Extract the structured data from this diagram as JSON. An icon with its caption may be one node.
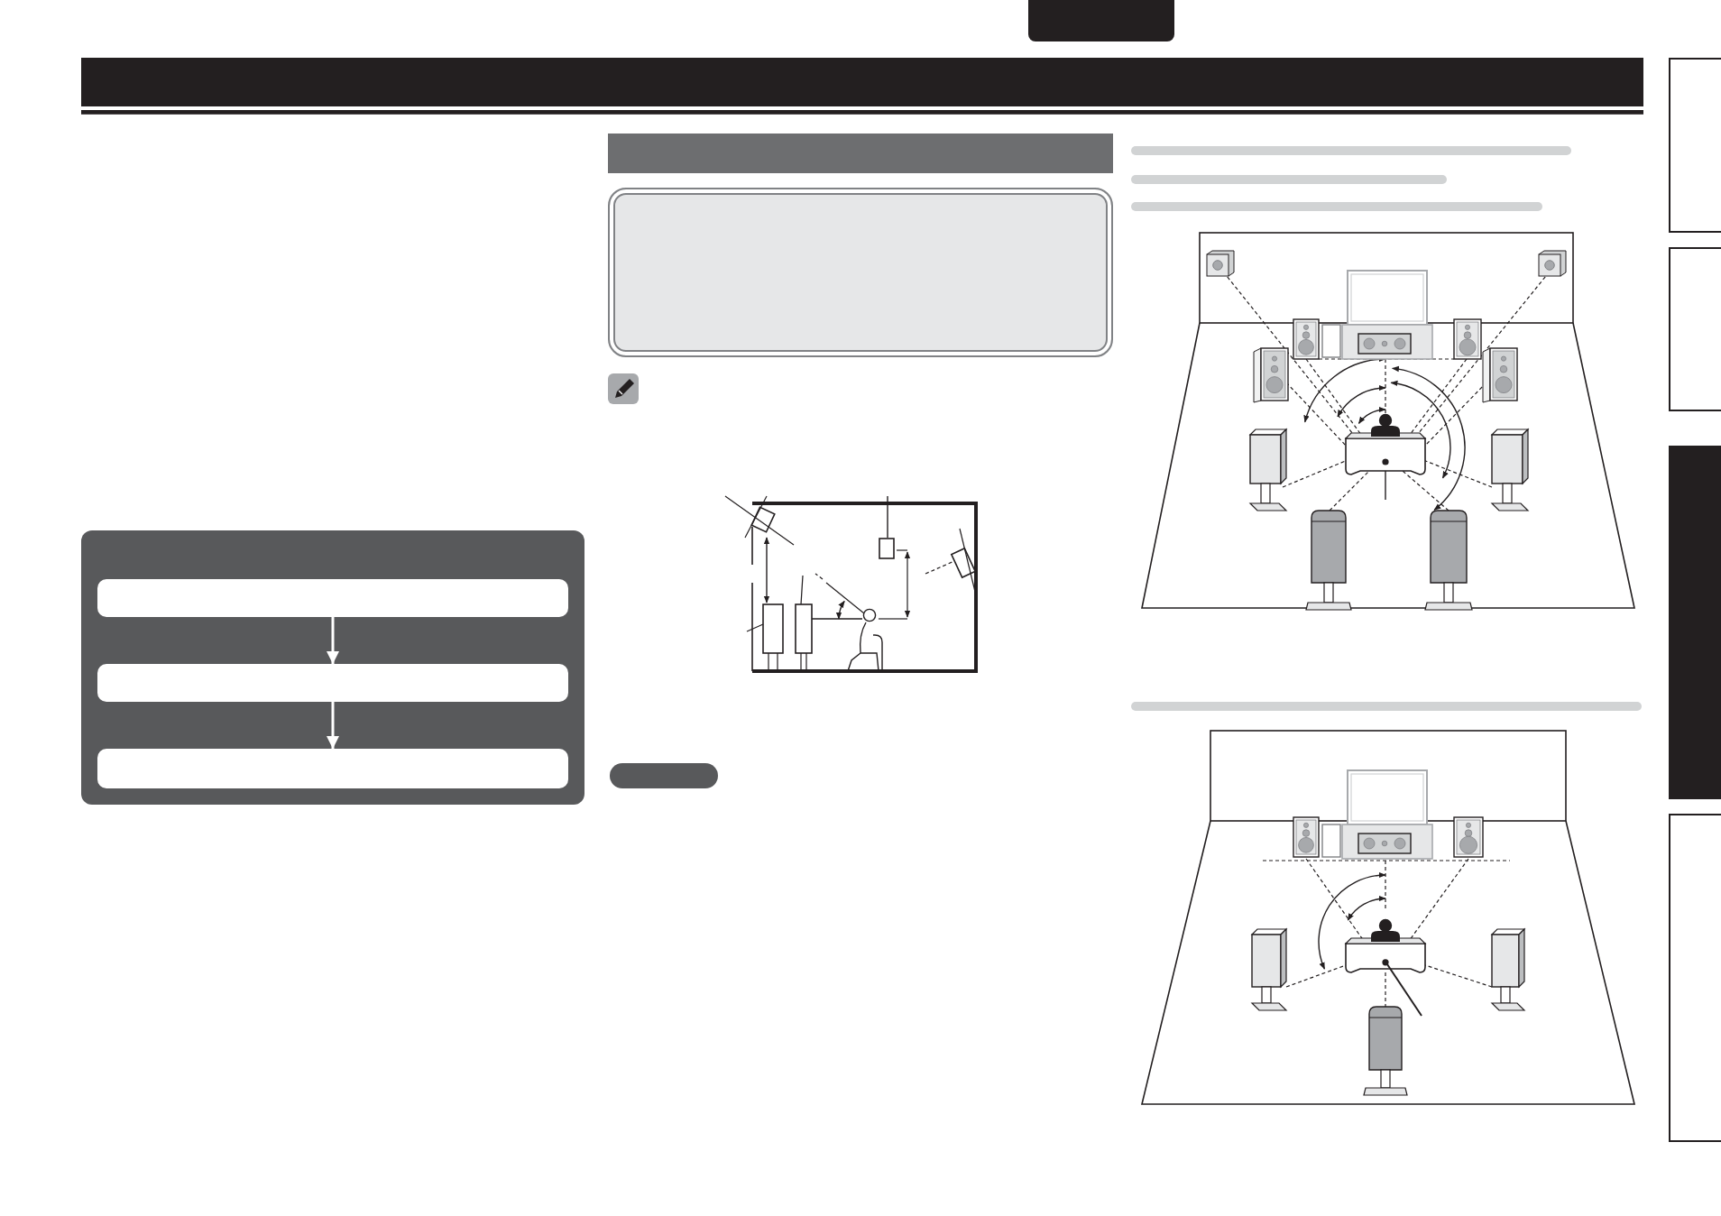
{
  "diagram": {
    "nodes": [
      {
        "text": [],
        "shape": "box"
      },
      {
        "text": [],
        "shape": "bar"
      },
      {
        "text": [],
        "shape": "box"
      },
      {
        "text": [],
        "shape": "box",
        "in": 2
      },
      {
        "text": [],
        "shape": "box",
        "in": 2
      },
      {
        "text": [],
        "shape": "box",
        "in": 2
      },
      {
        "text": [],
        "shape": "bar"
      },
      {
        "text": [],
        "shape": "box"
      },
      {
        "text": [],
        "shape": "box"
      },
      {
        "text": [],
        "shape": "box"
      },
      {
        "text": [],
        "shape": "box"
      },
      {
        "text": [],
        "shape": "box"
      },
      {
        "text": [],
        "shape": "box"
      }
    ],
    "edges": [
      {
        "from": 3,
        "to": 4,
        "arrow": "to"
      },
      {
        "from": 4,
        "to": 5,
        "arrow": "to"
      }
    ]
  }
}
